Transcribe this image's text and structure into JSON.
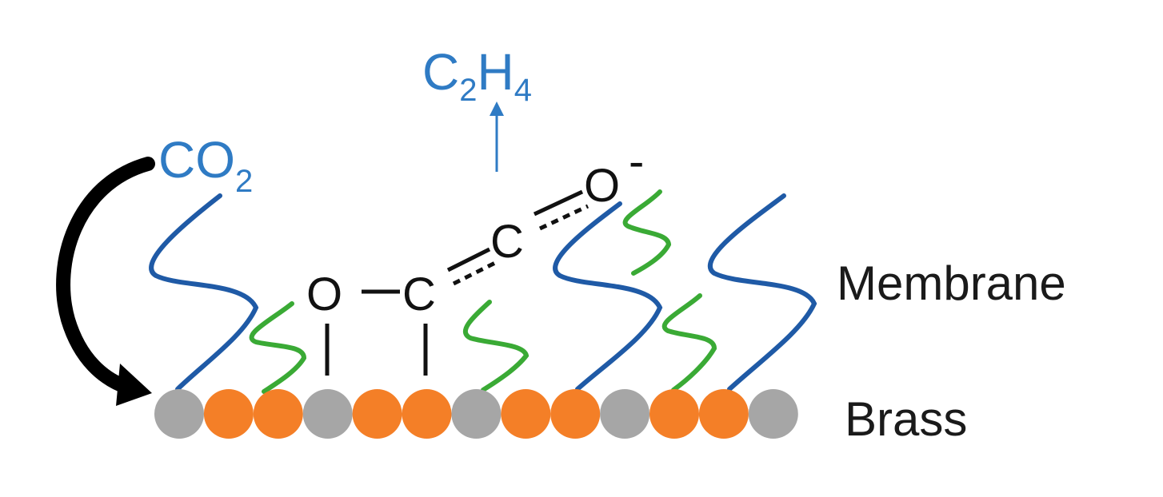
{
  "labels": {
    "product": {
      "main": "C",
      "sub1": "2",
      "mid": "H",
      "sub2": "4"
    },
    "reactant": {
      "main": "CO",
      "sub": "2"
    },
    "membrane": "Membrane",
    "brass": "Brass"
  },
  "intermediate": {
    "atoms": [
      "O",
      "C",
      "C",
      "O"
    ],
    "charge": "-"
  },
  "colors": {
    "label_blue": "#2f7bc4",
    "chain_blue": "#1f5aa6",
    "chain_green": "#3aaa35",
    "atom_orange": "#f47f27",
    "atom_gray": "#a6a6a6",
    "arrow_black": "#000000"
  },
  "atom_row": [
    "gray",
    "orange",
    "orange",
    "gray",
    "orange",
    "orange",
    "gray",
    "orange",
    "orange",
    "gray",
    "orange",
    "orange",
    "gray"
  ]
}
